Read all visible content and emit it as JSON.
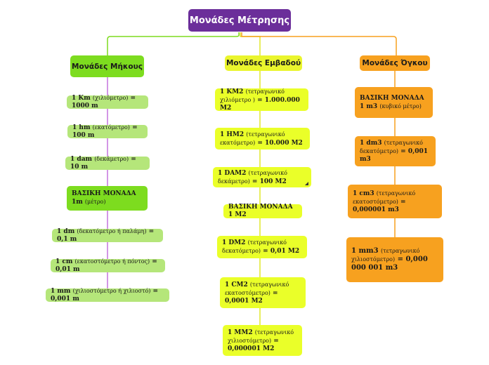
{
  "root": {
    "label": "Μονάδες Μέτρησης"
  },
  "branches": {
    "length": {
      "label": "Μονάδες Μήκους",
      "items": [
        {
          "main": "1 Km ",
          "note": "(χιλιόμετρο)",
          "tail": " = 1000 m"
        },
        {
          "main": "1 hm ",
          "note": "(εκατόμετρο)",
          "tail": " = 100 m"
        },
        {
          "main": "1 dam ",
          "note": "(δεκάμετρο)",
          "tail": " = 10 m"
        },
        {
          "main": "ΒΑΣΙΚΗ ΜΟΝΑΔΑ 1m ",
          "note": "(μέτρο)",
          "tail": ""
        },
        {
          "main": "1 dm ",
          "note": "(δεκατόμετρο ή παλάμη)",
          "tail": " = 0,1 m"
        },
        {
          "main": "1 cm ",
          "note": "(εκατοστόμετρο ή πόντος)",
          "tail": " = 0,01 m"
        },
        {
          "main": "1 mm ",
          "note": "(χιλιοστόμετρο ή χιλιοστό)",
          "tail": " = 0,001 m"
        }
      ]
    },
    "area": {
      "label": "Μονάδες Εμβαδού",
      "items": [
        {
          "main": "1 KM2 ",
          "note": "(τετραγωνικό χιλιόμετρο )",
          "tail": " = 1.000.000 M2"
        },
        {
          "main": "1 HM2 ",
          "note": "(τετραγωνικό εκατόμετρο)",
          "tail": " = 10.000 M2"
        },
        {
          "main": "1 DAM2 ",
          "note": "(τετραγωνικό δεκάμετρο)",
          "tail": " = 100 M2"
        },
        {
          "main": "ΒΑΣΙΚΗ ΜΟΝΑΔΑ 1 M2",
          "note": "",
          "tail": ""
        },
        {
          "main": "1 DM2 ",
          "note": "(τετραγωνικό δεκατόμετρο)",
          "tail": " = 0,01 M2"
        },
        {
          "main": "1 CM2 ",
          "note": "(τετραγωνικό εκατοστόμετρο)",
          "tail": " = 0,0001 M2"
        },
        {
          "main": "1 MM2 ",
          "note": "(τετραγωνικό χιλιοστόμετρο)",
          "tail": " = 0,000001 M2"
        }
      ]
    },
    "volume": {
      "label": "Μονάδες Όγκου",
      "items": [
        {
          "main": "ΒΑΣΙΚΗ ΜΟΝΑΔΑ 1 m3 ",
          "note": "(κυβικό μέτρο)",
          "tail": ""
        },
        {
          "main": "1 dm3 ",
          "note": "(τετραγωνικό δεκατόμετρο)",
          "tail": " = 0,001 m3"
        },
        {
          "main": "1 cm3 ",
          "note": "(τετραγωνικό εκατοστόμετρο)",
          "tail": " = 0,000001 m3"
        },
        {
          "main": "1 mm3 ",
          "note": "(τετραγωνικό χιλιοστόμετρο)",
          "tail": " = 0,000 000 001 m3"
        }
      ]
    }
  },
  "colors": {
    "root": "#6b2e9a",
    "length_line": "#7ddc1f",
    "length_inner_line": "#b64fd6",
    "area_line": "#e0e82a",
    "volume_line": "#f7a11f"
  }
}
